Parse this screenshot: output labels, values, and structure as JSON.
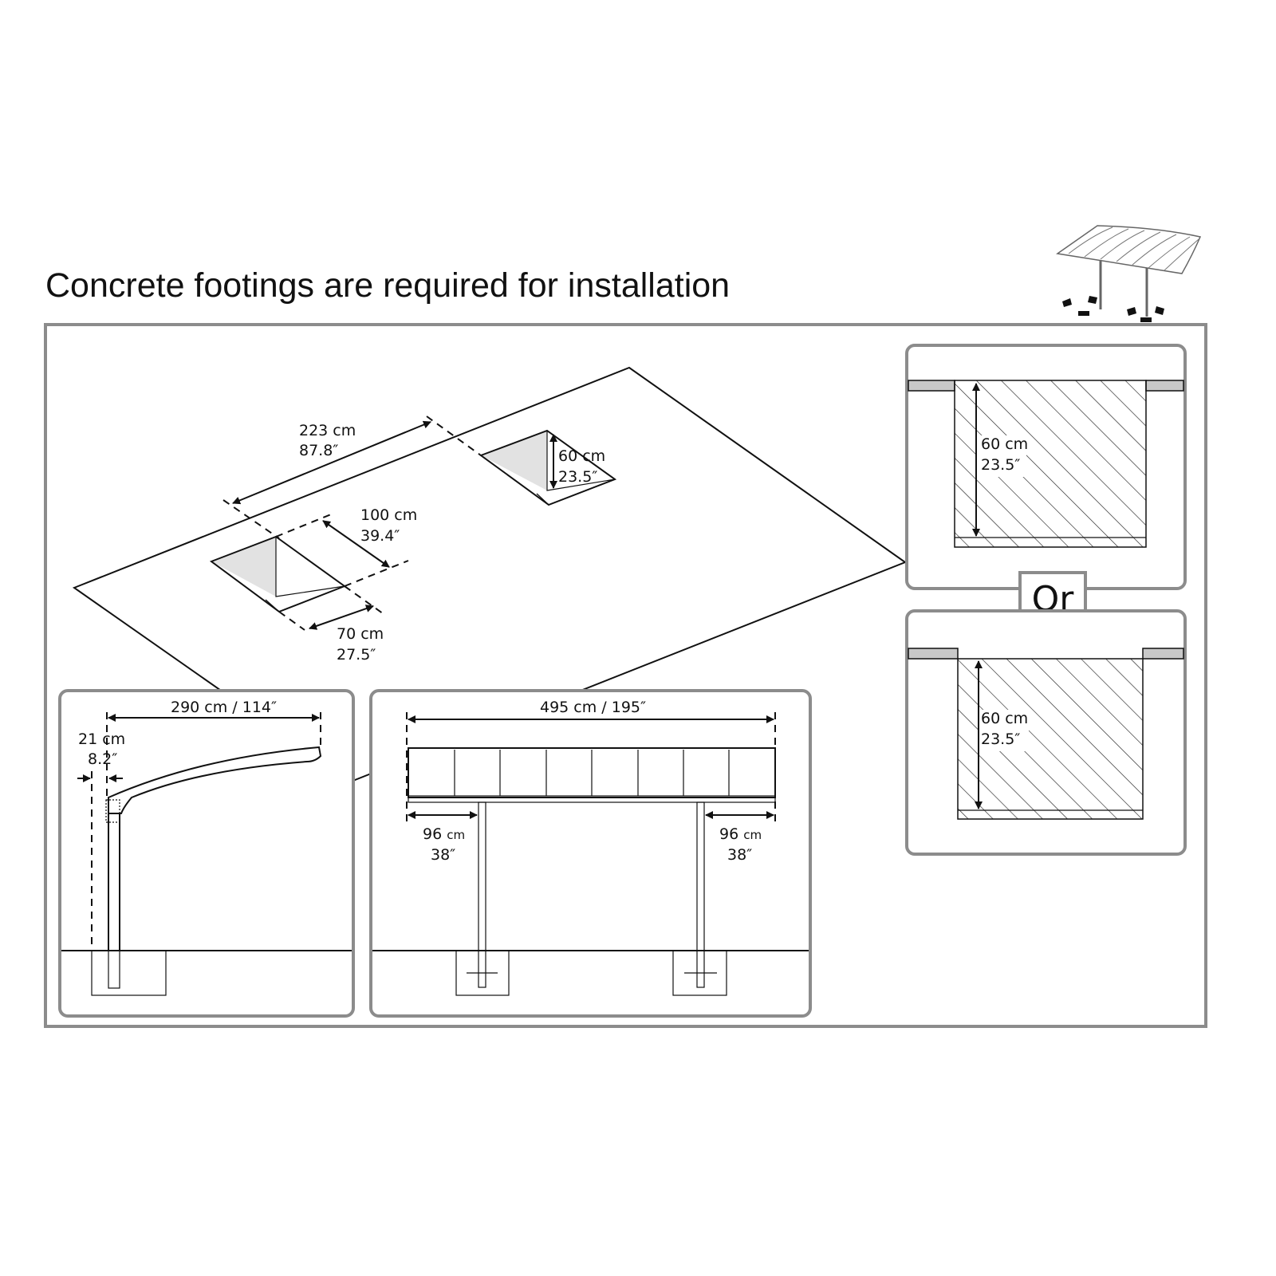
{
  "title": "Concrete footings are required for installation",
  "plan": {
    "spacing_cm": "223 cm",
    "spacing_in": "87.8″",
    "width_cm": "100 cm",
    "width_in": "39.4″",
    "length_cm": "70 cm",
    "length_in": "27.5″",
    "depth_cm": "60 cm",
    "depth_in": "23.5″"
  },
  "side_view": {
    "span": "290 cm / 114″",
    "offset_cm": "21 cm",
    "offset_in": "8.2″"
  },
  "front_view": {
    "span": "495 cm / 195″",
    "left_overhang_cm": "96",
    "left_overhang_unit": "cm",
    "left_overhang_in": "38″",
    "right_overhang_cm": "96",
    "right_overhang_unit": "cm",
    "right_overhang_in": "38″"
  },
  "footing_options": [
    {
      "depth_cm": "60 cm",
      "depth_in": "23.5″"
    },
    {
      "depth_cm": "60 cm",
      "depth_in": "23.5″"
    }
  ],
  "or_label": "Or",
  "colors": {
    "frame": "#8c8c8c",
    "hole_shade": "#e2e2e2",
    "slab": "#c8c8c8"
  }
}
